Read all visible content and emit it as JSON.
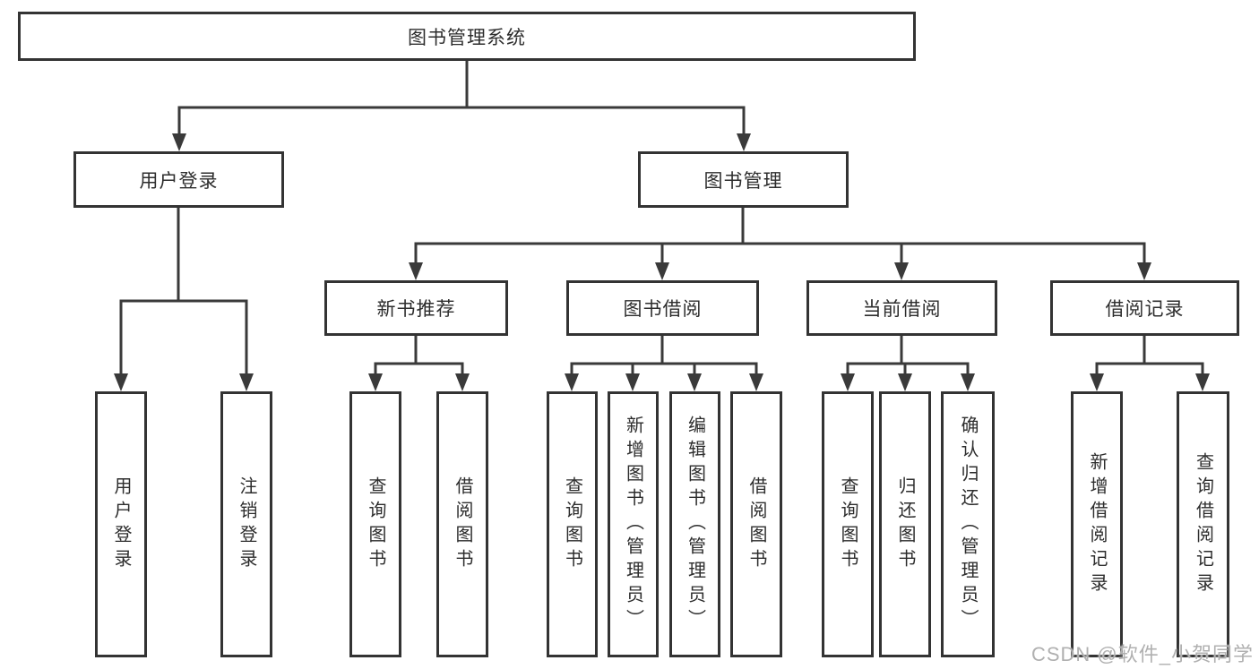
{
  "tree": {
    "root": "图书管理系统",
    "children": [
      {
        "label": "用户登录",
        "children": [
          "用户登录",
          "注销登录"
        ]
      },
      {
        "label": "图书管理",
        "children": [
          {
            "label": "新书推荐",
            "children": [
              "查询图书",
              "借阅图书"
            ]
          },
          {
            "label": "图书借阅",
            "children": [
              "查询图书",
              "新增图书（管理员）",
              "编辑图书（管理员）",
              "借阅图书"
            ]
          },
          {
            "label": "当前借阅",
            "children": [
              "查询图书",
              "归还图书",
              "确认归还（管理员）"
            ]
          },
          {
            "label": "借阅记录",
            "children": [
              "新增借阅记录",
              "查询借阅记录"
            ]
          }
        ]
      }
    ]
  },
  "watermark": "CSDN @软件_小贺同学",
  "colors": {
    "line": "#3a3a3a",
    "border": "#333333",
    "text": "#2d2d2d",
    "watermark": "#b0b0b0",
    "background": "#ffffff"
  }
}
